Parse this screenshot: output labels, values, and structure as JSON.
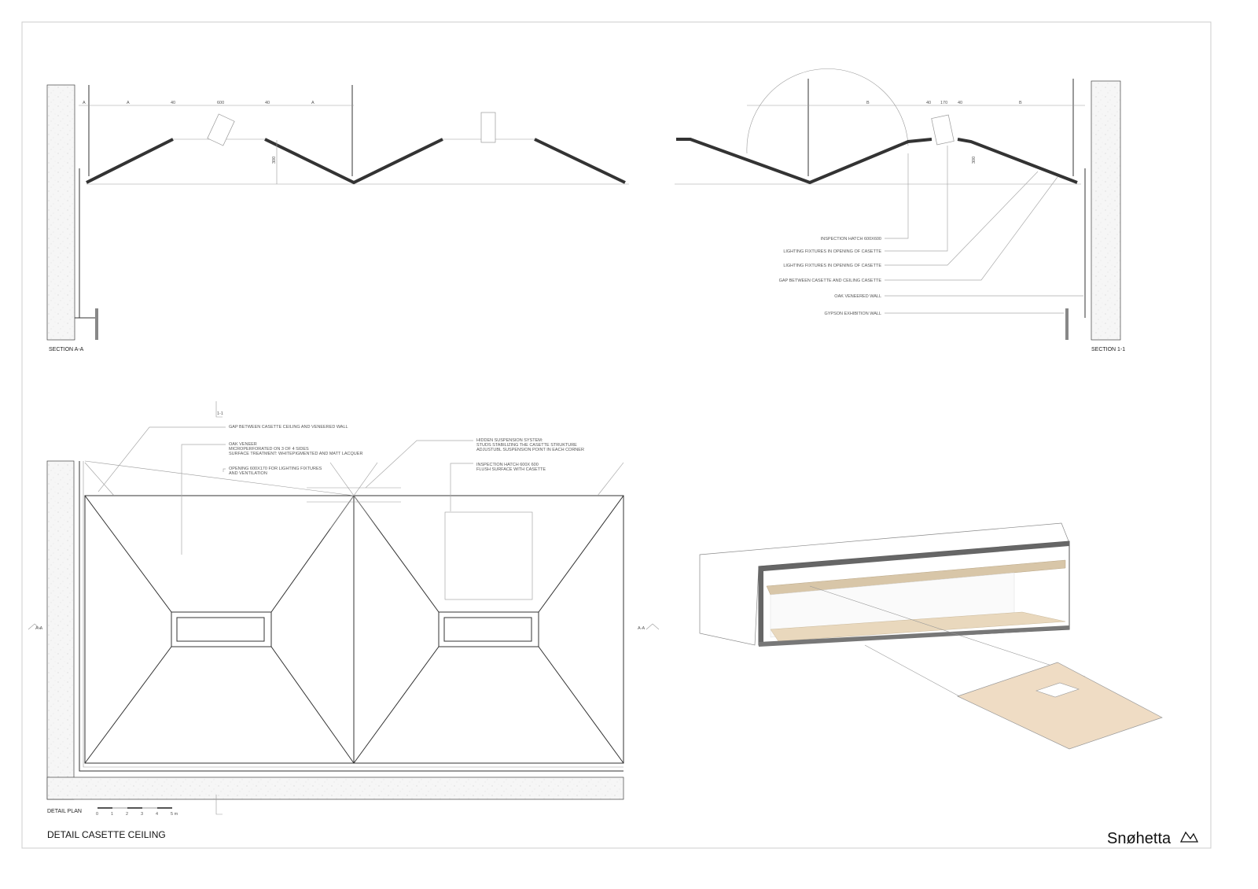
{
  "sheet": {
    "title": "DETAIL CASETTE CEILING",
    "logo": "Snøhetta"
  },
  "section_aa": {
    "label": "SECTION A-A",
    "dimensions": [
      "A",
      "40",
      "600",
      "40",
      "A"
    ],
    "height_dim": "300"
  },
  "section_11": {
    "label": "SECTION 1-1",
    "dimensions": [
      "B",
      "40",
      "170",
      "40",
      "B"
    ],
    "height_dim": "300",
    "annotations": [
      "INSPECTION HATCH 600X600",
      "LIGHTING FIXTURES IN OPENING OF CASETTE",
      "LIGHTING FIXTURES IN OPENING OF CASETTE",
      "GAP BETWEEN CASETTE AND CEILING CASETTE",
      "OAK VENEERED WALL",
      "GYPSON EXHIBITION WALL"
    ]
  },
  "detail_plan": {
    "label": "DETAIL PLAN",
    "section_marker_top": "1-1",
    "section_marker_left": "A-A",
    "section_marker_right": "A-A",
    "scale_ticks": [
      "0",
      "1",
      "2",
      "3",
      "4",
      "5 m"
    ],
    "annotations": {
      "gap": "GAP BETWEEN CASETTE CEILING AND VENEERED WALL",
      "oak": [
        "OAK VENEER",
        "MICROPERFORATED ON 3 OF 4 SIDES",
        "SURFACE TREATMENT: WHITEPIGMENTED AND MATT LACQUER"
      ],
      "opening": [
        "OPENING  600X170 FOR LIGHTING FIXTURES",
        "AND VENTILATION"
      ],
      "suspension": [
        "HIDDEN SUSPENSION SYSTEM:",
        "STUDS STABILIZING THE CASETTE STRUKTURE",
        "ADJUSTUBL SUSPENSION POINT IN EACH CORNER"
      ],
      "hatch": [
        "INSPECTION HATCH 600X 600",
        "FLUSH SURFACE WITH CASETTE"
      ]
    }
  },
  "colors": {
    "line": "#333333",
    "oak": "#efdcc4",
    "concrete": "#f4f4f4",
    "frame": "#cccccc"
  }
}
